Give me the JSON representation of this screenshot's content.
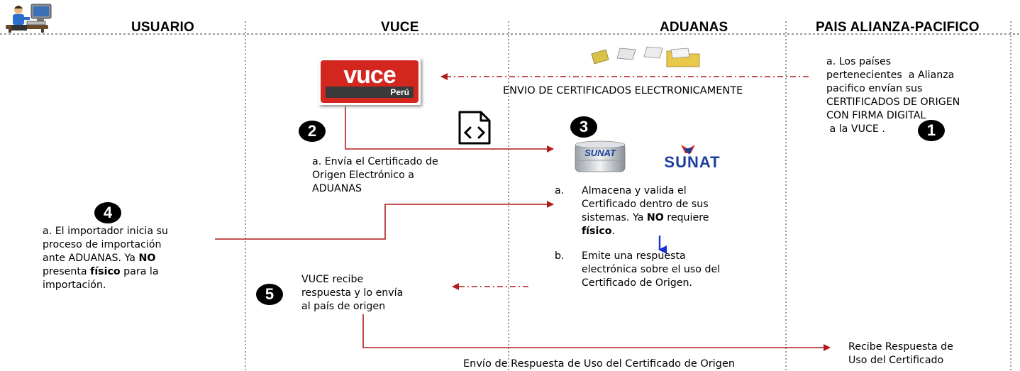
{
  "columns": {
    "usuario": "USUARIO",
    "vuce": "VUCE",
    "aduanas": "ADUANAS",
    "pais": "PAIS ALIANZA-PACIFICO"
  },
  "vuce_logo": {
    "main": "vuce",
    "sub": "Perú"
  },
  "sunat_logos": [
    "SUNAT",
    "SUNAT"
  ],
  "envio_label": "ENVIO DE CERTIFICADOS ELECTRONICAMENTE",
  "step1": {
    "badge": "1",
    "lines": [
      "a. Los países",
      "pertenecientes  a Alianza",
      "pacifico envían sus",
      "CERTIFICADOS DE ORIGEN",
      "CON FIRMA DIGITAL",
      " a la VUCE ."
    ]
  },
  "step2": {
    "badge": "2",
    "lines": [
      "a. Envía el Certificado de",
      "Origen Electrónico a",
      "ADUANAS"
    ]
  },
  "step3": {
    "badge": "3",
    "a_marker": "a.",
    "a_line1": "Almacena y valida el",
    "a_line2": "Certificado dentro de sus",
    "a_line3_pre": "sistemas. Ya ",
    "a_line3_bold": "NO",
    "a_line3_post": " requiere",
    "a_line4_bold": "físico",
    "a_line4_post": ".",
    "b_marker": "b.",
    "b_lines": [
      "Emite una respuesta",
      "electrónica sobre el uso del",
      "Certificado de Origen."
    ]
  },
  "step4": {
    "badge": "4",
    "line1": "a. El importador inicia su",
    "line2": "proceso de importación",
    "line3_pre": "ante ADUANAS. Ya ",
    "line3_bold": "NO",
    "line4_bold": "físico",
    "line4_pre": "presenta ",
    "line4_post": " para la",
    "line5": "importación."
  },
  "step5": {
    "badge": "5",
    "lines": [
      "VUCE recibe",
      "respuesta y lo envía",
      "al país de origen"
    ]
  },
  "recibe_lines": [
    "Recibe Respuesta de",
    "Uso del Certificado"
  ],
  "bottom_label": "Envío de Respuesta de Uso del Certificado de Origen",
  "colors": {
    "arrow_red": "#b01c1c",
    "blue_arrow": "#1a2fd6",
    "vuce_red": "#d3261f"
  }
}
